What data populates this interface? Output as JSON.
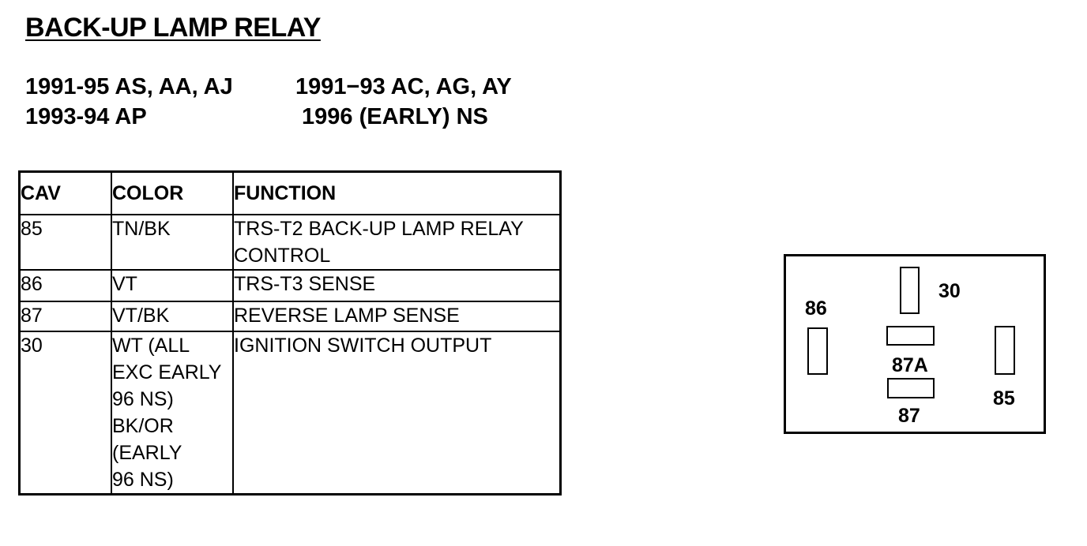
{
  "title": "BACK-UP LAMP RELAY",
  "applicability": {
    "left_line1": "1991-95 AS, AA, AJ",
    "left_line2": "1993-94 AP",
    "right_line1": "1991−93 AC, AG, AY",
    "right_line2": "1996 (EARLY) NS"
  },
  "table": {
    "headers": {
      "cav": "CAV",
      "color": "COLOR",
      "function": "FUNCTION"
    },
    "rows": [
      {
        "cav": "85",
        "color": "TN/BK",
        "function": "TRS-T2 BACK-UP LAMP RELAY\nCONTROL"
      },
      {
        "cav": "86",
        "color": "VT",
        "function": "TRS-T3 SENSE"
      },
      {
        "cav": "87",
        "color": "VT/BK",
        "function": "REVERSE LAMP SENSE"
      },
      {
        "cav": "30",
        "color": "WT (ALL\nEXC EARLY\n96 NS)\nBK/OR\n(EARLY\n96 NS)",
        "function": "IGNITION SWITCH OUTPUT"
      }
    ]
  },
  "connector": {
    "terminals": {
      "t30": "30",
      "t86": "86",
      "t87a": "87A",
      "t85": "85",
      "t87": "87"
    }
  }
}
